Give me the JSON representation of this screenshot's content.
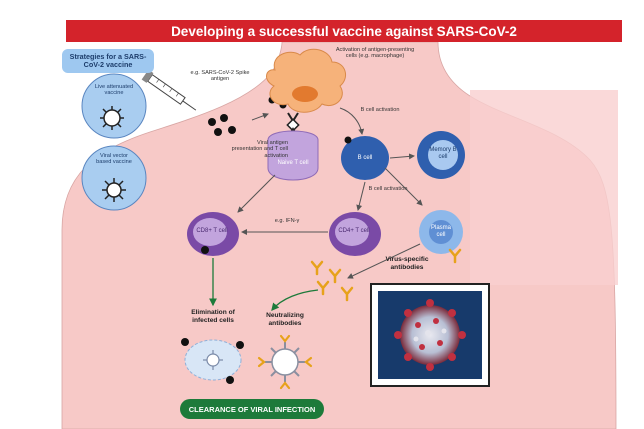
{
  "title": "Developing a successful vaccine against SARS-CoV-2",
  "strategies_label": "Strategies for a SARS-CoV-2 vaccine",
  "strategies": [
    {
      "label": "Live attenuated vaccine"
    },
    {
      "label": "Viral vector based vaccine"
    }
  ],
  "labels": {
    "spike_antigen": "e.g. SARS-CoV-2 Spike antigen",
    "apc_activation": "Activation of antigen-presenting cells (e.g. macrophage)",
    "viral_antigen_presentation": "Viral antigen presentation and T cell activation",
    "naive_t_cell": "Naive T cell",
    "b_cell_activation_top": "B cell activation",
    "b_cell": "B cell",
    "memory_b_cell": "Memory B cell",
    "b_cell_activation_mid": "B cell activation",
    "cd8_t_cell": "CD8+ T cell",
    "cd4_t_cell": "CD4+ T cell",
    "ifn_gamma": "e.g. IFN-γ",
    "plasma_cell": "Plasma cell",
    "virus_specific_antibodies": "Virus-specific antibodies",
    "elimination": "Elimination of infected cells",
    "neutralizing": "Neutralizing antibodies",
    "clearance": "CLEARANCE OF VIRAL INFECTION"
  },
  "colors": {
    "banner": "#d4232b",
    "body": "#f7c9c7",
    "strategy_circle": "#a9cdf0",
    "t_cell": "#b89ad6",
    "b_cell": "#2f5fae",
    "memory_b": "#2f5fae",
    "plasma": "#9fc6ee",
    "apc": "#f4a35c",
    "clearance": "#1d7a3a"
  }
}
